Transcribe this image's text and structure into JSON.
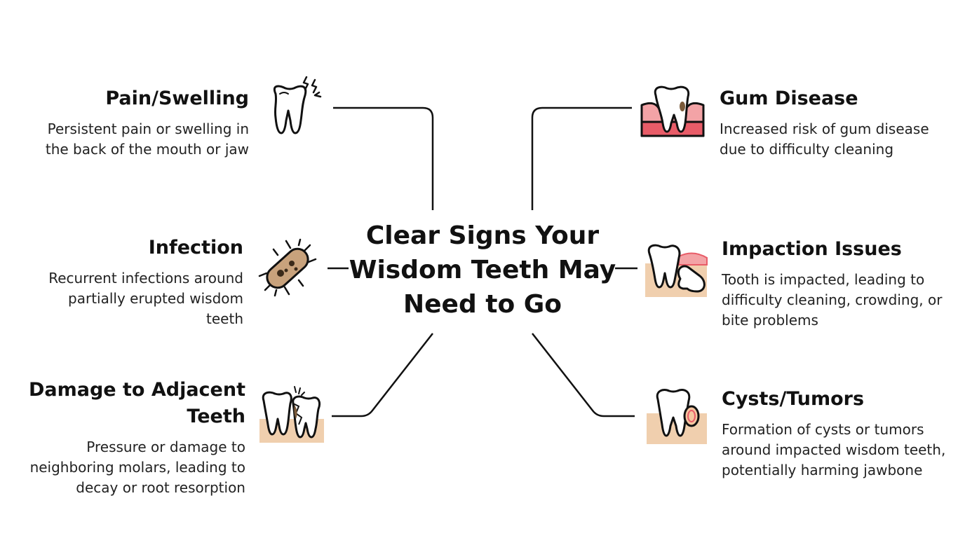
{
  "title": "Clear Signs Your Wisdom Teeth May Need to Go",
  "signs": {
    "pain": {
      "heading": "Pain/Swelling",
      "description": "Persistent pain or swelling in the back of the mouth or jaw",
      "icon": "tooth-pain-icon"
    },
    "infection": {
      "heading": "Infection",
      "description": "Recurrent infections around partially erupted wisdom teeth",
      "icon": "bacteria-icon"
    },
    "damage": {
      "heading": "Damage to Adjacent Teeth",
      "description": "Pressure or damage to neighboring molars, leading to decay or root resorption",
      "icon": "cracked-molars-icon"
    },
    "gum": {
      "heading": "Gum Disease",
      "description": "Increased risk of gum disease due to difficulty cleaning",
      "icon": "tooth-gum-icon"
    },
    "impaction": {
      "heading": "Impaction Issues",
      "description": "Tooth is impacted, leading to difficulty cleaning, crowding, or bite problems",
      "icon": "impacted-tooth-icon"
    },
    "cysts": {
      "heading": "Cysts/Tumors",
      "description": "Formation of cysts or tumors around impacted wisdom teeth, potentially harming jawbone",
      "icon": "tooth-cyst-icon"
    }
  },
  "colors": {
    "line": "#111111",
    "tooth": "#ffffff",
    "gum": "#f3a3a6",
    "gum_dark": "#e85c68",
    "bone": "#f0cfae",
    "bacteria": "#c8a27c",
    "decay": "#7a5a3a",
    "cyst": "#f4c6a0"
  }
}
